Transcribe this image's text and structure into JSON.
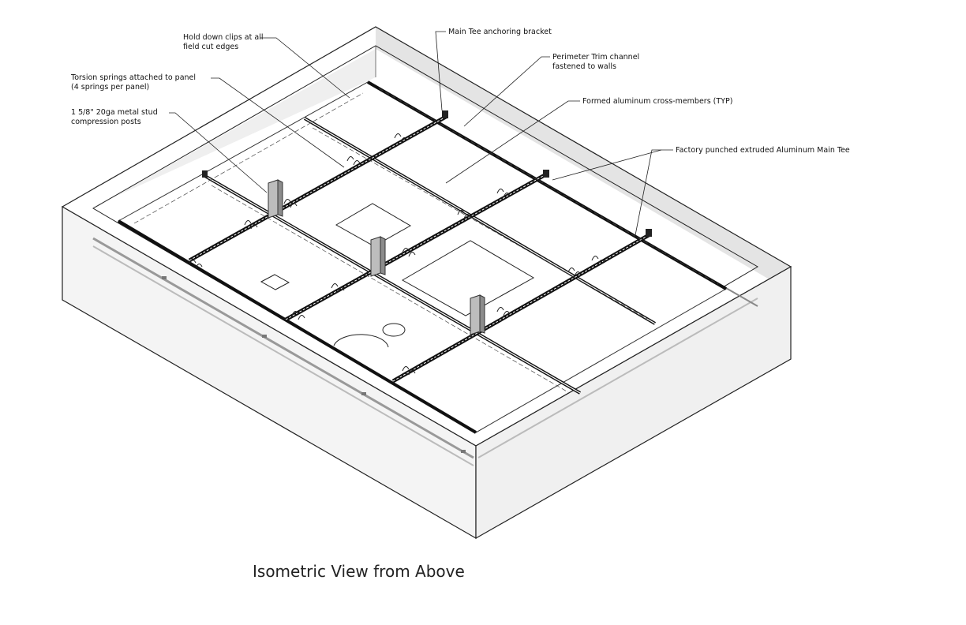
{
  "drawing": {
    "caption": "Isometric View from Above",
    "callouts": [
      {
        "id": "hold-down-clips",
        "lines": [
          "Hold down clips at all",
          "field cut edges"
        ]
      },
      {
        "id": "torsion-springs",
        "lines": [
          "Torsion springs attached to panel",
          "(4 springs per panel)"
        ]
      },
      {
        "id": "compression-posts",
        "lines": [
          "1 5/8\" 20ga metal stud",
          "compression posts"
        ]
      },
      {
        "id": "anchoring-bracket",
        "lines": [
          "Main Tee anchoring bracket"
        ]
      },
      {
        "id": "perimeter-trim",
        "lines": [
          "Perimeter Trim channel",
          "fastened to walls"
        ]
      },
      {
        "id": "cross-members",
        "lines": [
          "Formed aluminum cross-members (TYP)"
        ]
      },
      {
        "id": "main-tee",
        "lines": [
          "Factory punched extruded Aluminum Main Tee"
        ]
      }
    ]
  }
}
